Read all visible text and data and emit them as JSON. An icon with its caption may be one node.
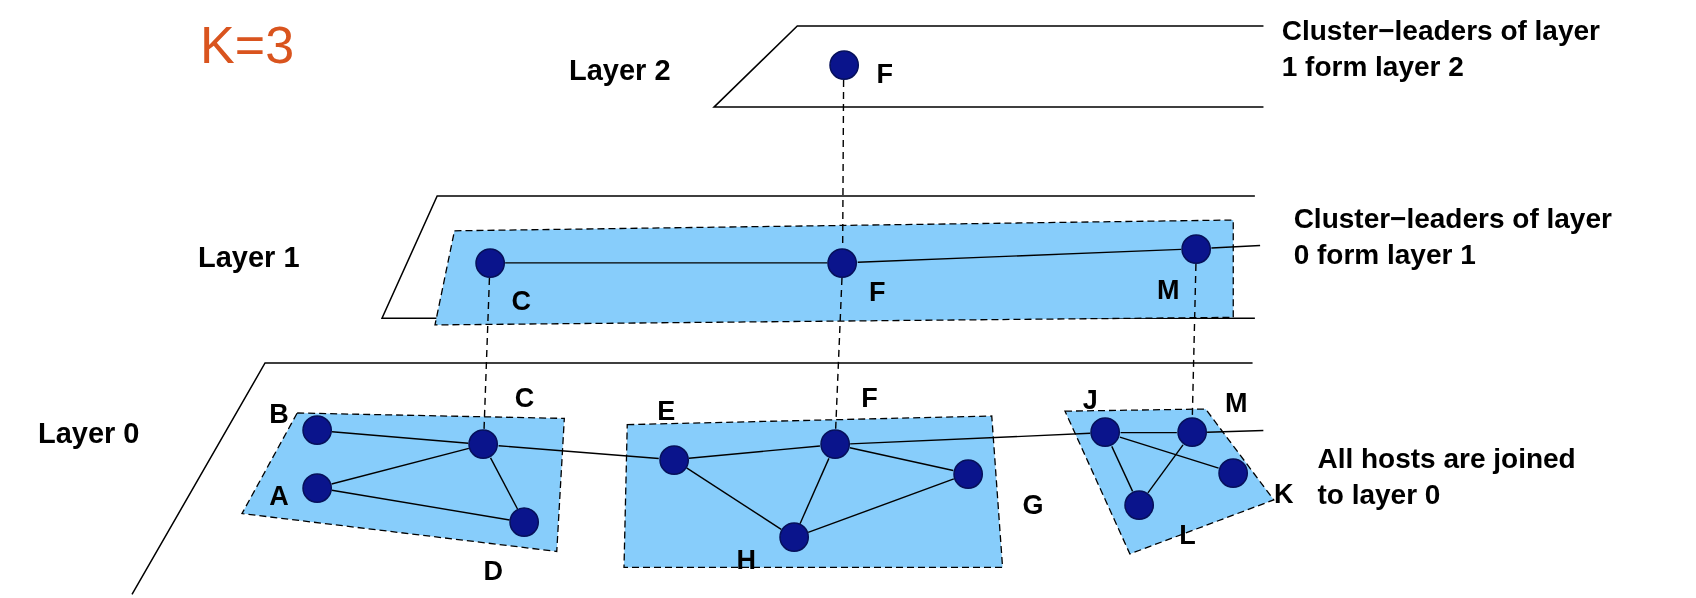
{
  "diagram": {
    "nodes": [
      {
        "text": [
          "Layer 2"
        ],
        "beside": [
          "Cluster−leaders of layer 1 form layer 2"
        ]
      },
      {
        "text": [],
        "shape": "circle",
        "in": 0,
        "beside": [
          "F"
        ]
      },
      {
        "text": [
          "Layer 1"
        ],
        "beside": [
          "Cluster−leaders of layer 0 form layer 1"
        ]
      },
      {
        "text": [],
        "shape": "box",
        "in": 2
      },
      {
        "text": [],
        "shape": "circle",
        "in": 3,
        "beside": [
          "C"
        ]
      },
      {
        "text": [],
        "shape": "circle",
        "in": 3,
        "beside": [
          "F"
        ]
      },
      {
        "text": [],
        "shape": "circle",
        "in": 3,
        "beside": [
          "M"
        ]
      },
      {
        "text": [
          "Layer 0"
        ],
        "beside": [
          "All hosts are joined to layer 0"
        ]
      },
      {
        "text": [],
        "shape": "box",
        "in": 7
      },
      {
        "text": [],
        "shape": "circle",
        "in": 8,
        "beside": [
          "B"
        ]
      },
      {
        "text": [],
        "shape": "circle",
        "in": 8,
        "beside": [
          "A"
        ]
      },
      {
        "text": [],
        "shape": "circle",
        "in": 8,
        "beside": [
          "C"
        ]
      },
      {
        "text": [],
        "shape": "circle",
        "in": 8,
        "beside": [
          "D"
        ]
      },
      {
        "text": [],
        "shape": "box",
        "in": 7
      },
      {
        "text": [],
        "shape": "circle",
        "in": 13,
        "beside": [
          "E"
        ]
      },
      {
        "text": [],
        "shape": "circle",
        "in": 13,
        "beside": [
          "F"
        ]
      },
      {
        "text": [],
        "shape": "circle",
        "in": 13,
        "beside": [
          "G"
        ]
      },
      {
        "text": [],
        "shape": "circle",
        "in": 13,
        "beside": [
          "H"
        ]
      },
      {
        "text": [],
        "shape": "box",
        "in": 7
      },
      {
        "text": [],
        "shape": "circle",
        "in": 18,
        "beside": [
          "J"
        ]
      },
      {
        "text": [],
        "shape": "circle",
        "in": 18,
        "beside": [
          "M"
        ]
      },
      {
        "text": [],
        "shape": "circle",
        "in": 18,
        "beside": [
          "K"
        ]
      },
      {
        "text": [],
        "shape": "circle",
        "in": 18,
        "beside": [
          "L"
        ]
      }
    ],
    "edges": [
      {
        "from": 1,
        "to": 5,
        "arrow": "none",
        "style": "dashed"
      },
      {
        "from": 4,
        "to": 5,
        "arrow": "none"
      },
      {
        "from": 5,
        "to": 6,
        "arrow": "none"
      },
      {
        "from": 6,
        "to": null,
        "arrow": "none"
      },
      {
        "from": 4,
        "to": 11,
        "arrow": "none",
        "style": "dashed"
      },
      {
        "from": 5,
        "to": 15,
        "arrow": "none",
        "style": "dashed"
      },
      {
        "from": 6,
        "to": 20,
        "arrow": "none",
        "style": "dashed"
      },
      {
        "from": 9,
        "to": 11,
        "arrow": "none"
      },
      {
        "from": 11,
        "to": 14,
        "arrow": "none"
      },
      {
        "from": 10,
        "to": 11,
        "arrow": "none"
      },
      {
        "from": 10,
        "to": 12,
        "arrow": "none"
      },
      {
        "from": 11,
        "to": 12,
        "arrow": "none"
      },
      {
        "from": 14,
        "to": 15,
        "arrow": "none"
      },
      {
        "from": 14,
        "to": 17,
        "arrow": "none"
      },
      {
        "from": 15,
        "to": 17,
        "arrow": "none"
      },
      {
        "from": 15,
        "to": 16,
        "arrow": "none"
      },
      {
        "from": 17,
        "to": 16,
        "arrow": "none"
      },
      {
        "from": 15,
        "to": 19,
        "arrow": "none"
      },
      {
        "from": 19,
        "to": 20,
        "arrow": "none"
      },
      {
        "from": 20,
        "to": null,
        "arrow": "none"
      },
      {
        "from": 19,
        "to": 21,
        "arrow": "none"
      },
      {
        "from": 19,
        "to": 22,
        "arrow": "none"
      },
      {
        "from": 20,
        "to": 22,
        "arrow": "none"
      }
    ],
    "labels": [
      "K=3"
    ]
  }
}
